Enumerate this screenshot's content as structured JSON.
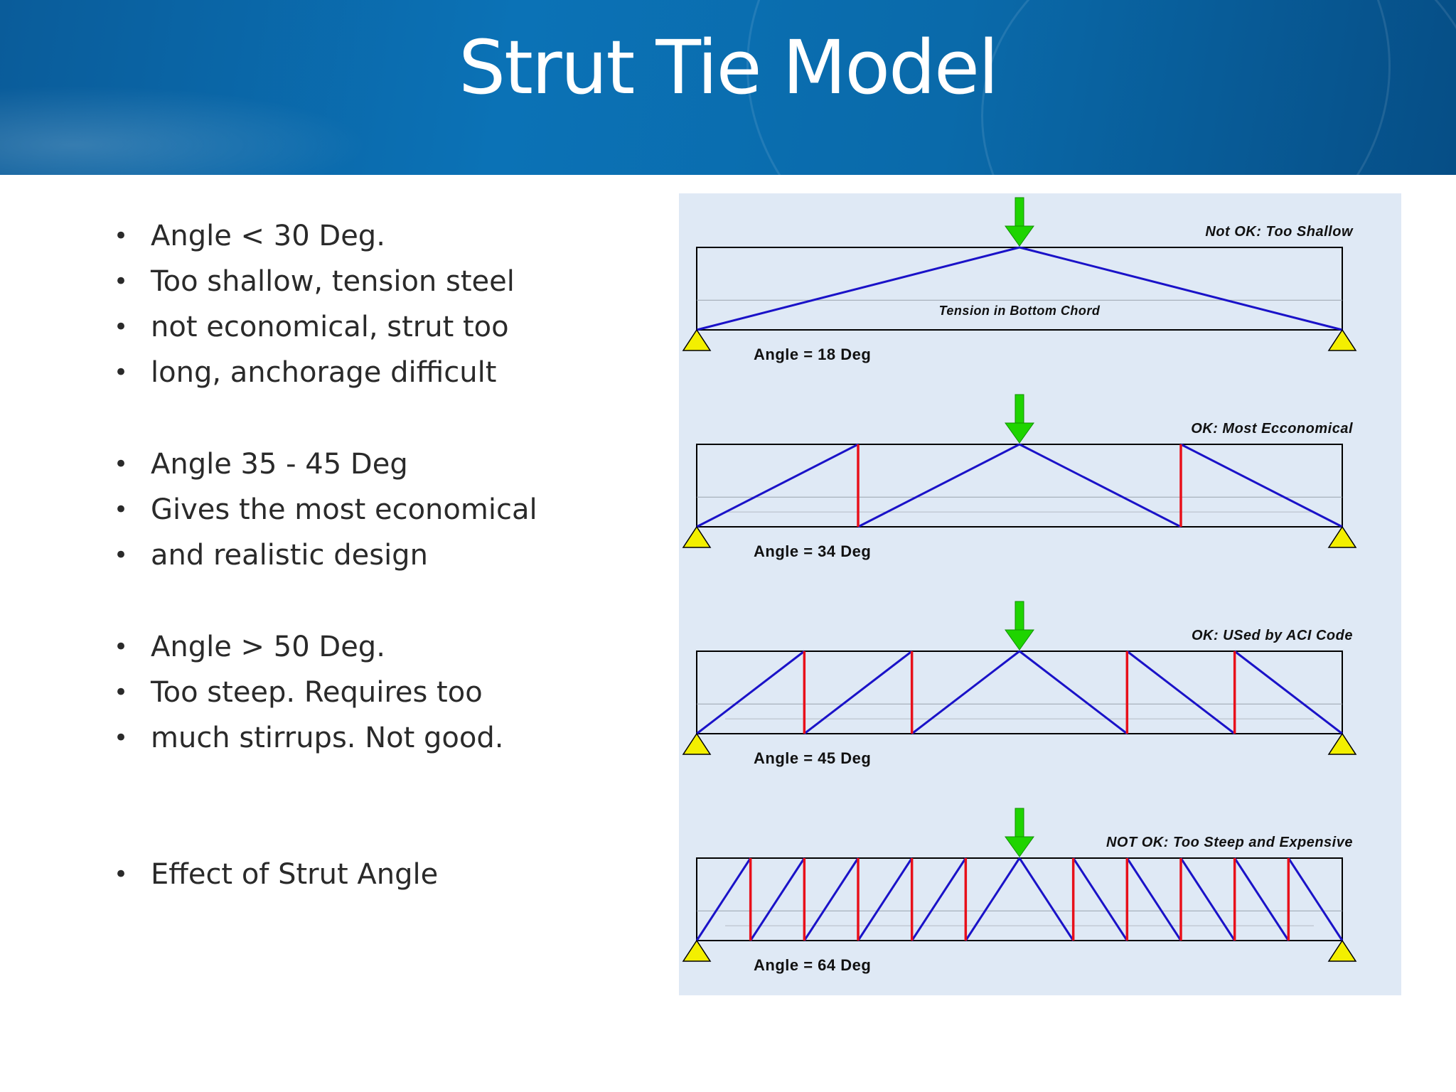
{
  "slide": {
    "title": "Strut Tie Model"
  },
  "bullets": [
    {
      "text": "Angle < 30 Deg."
    },
    {
      "text": "Too shallow, tension steel"
    },
    {
      "text": "not economical, strut too"
    },
    {
      "text": "long, anchorage difficult"
    },
    {
      "text": "Angle 35 - 45  Deg"
    },
    {
      "text": "Gives the most economical"
    },
    {
      "text": "and realistic design"
    },
    {
      "text": "Angle > 50 Deg."
    },
    {
      "text": "Too steep.  Requires too"
    },
    {
      "text": "much stirrups. Not good."
    },
    {
      "text": "Effect of  Strut Angle"
    }
  ],
  "bullet_glyph": "•",
  "diagram": {
    "colors": {
      "strut": "#1a12c8",
      "tie": "#e8101a",
      "load_arrow": "#1fd400",
      "support": "#f3ef00",
      "beam_outline": "#000000",
      "panel_bg": "#dfe9f5"
    },
    "trusses": [
      {
        "angle_label": "Angle = 18  Deg",
        "status_label": "Not OK: Too Shallow",
        "note_label": "Tension in Bottom Chord",
        "panels_per_half": 1,
        "angle_deg": 18
      },
      {
        "angle_label": "Angle = 34  Deg",
        "status_label": "OK: Most Ecconomical",
        "note_label": "",
        "panels_per_half": 2,
        "angle_deg": 34
      },
      {
        "angle_label": "Angle = 45  Deg",
        "status_label": "OK: USed by ACI Code",
        "note_label": "",
        "panels_per_half": 3,
        "angle_deg": 45
      },
      {
        "angle_label": "Angle = 64  Deg",
        "status_label": "NOT OK: Too Steep and Expensive",
        "note_label": "",
        "panels_per_half": 6,
        "angle_deg": 64
      }
    ]
  }
}
